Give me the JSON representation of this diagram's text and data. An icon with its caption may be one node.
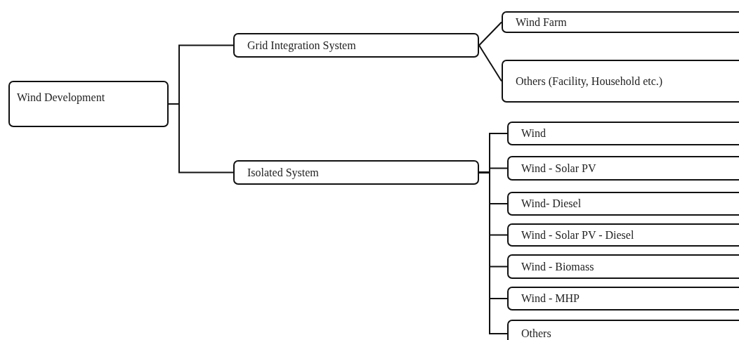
{
  "diagram": {
    "nodes": [
      {
        "text": [
          "Wind Development"
        ]
      },
      {
        "text": [
          "Grid Integration System"
        ]
      },
      {
        "text": [
          "Isolated System"
        ]
      },
      {
        "text": [
          "Wind Farm"
        ]
      },
      {
        "text": [
          "Others (Facility, Household etc.)"
        ]
      },
      {
        "text": [
          "Wind"
        ]
      },
      {
        "text": [
          "Wind - Solar PV"
        ]
      },
      {
        "text": [
          "Wind- Diesel"
        ]
      },
      {
        "text": [
          "Wind - Solar PV - Diesel"
        ]
      },
      {
        "text": [
          "Wind - Biomass"
        ]
      },
      {
        "text": [
          "Wind - MHP"
        ]
      },
      {
        "text": [
          "Others"
        ]
      }
    ],
    "edges": [
      {
        "from": 0,
        "to": 1,
        "arrow": "none"
      },
      {
        "from": 0,
        "to": 2,
        "arrow": "none"
      },
      {
        "from": 1,
        "to": 3,
        "arrow": "none"
      },
      {
        "from": 1,
        "to": 4,
        "arrow": "none"
      },
      {
        "from": 2,
        "to": 5,
        "arrow": "none"
      },
      {
        "from": 2,
        "to": 6,
        "arrow": "none"
      },
      {
        "from": 2,
        "to": 7,
        "arrow": "none"
      },
      {
        "from": 2,
        "to": 8,
        "arrow": "none"
      },
      {
        "from": 2,
        "to": 9,
        "arrow": "none"
      },
      {
        "from": 2,
        "to": 10,
        "arrow": "none"
      },
      {
        "from": 2,
        "to": 11,
        "arrow": "none"
      }
    ]
  }
}
